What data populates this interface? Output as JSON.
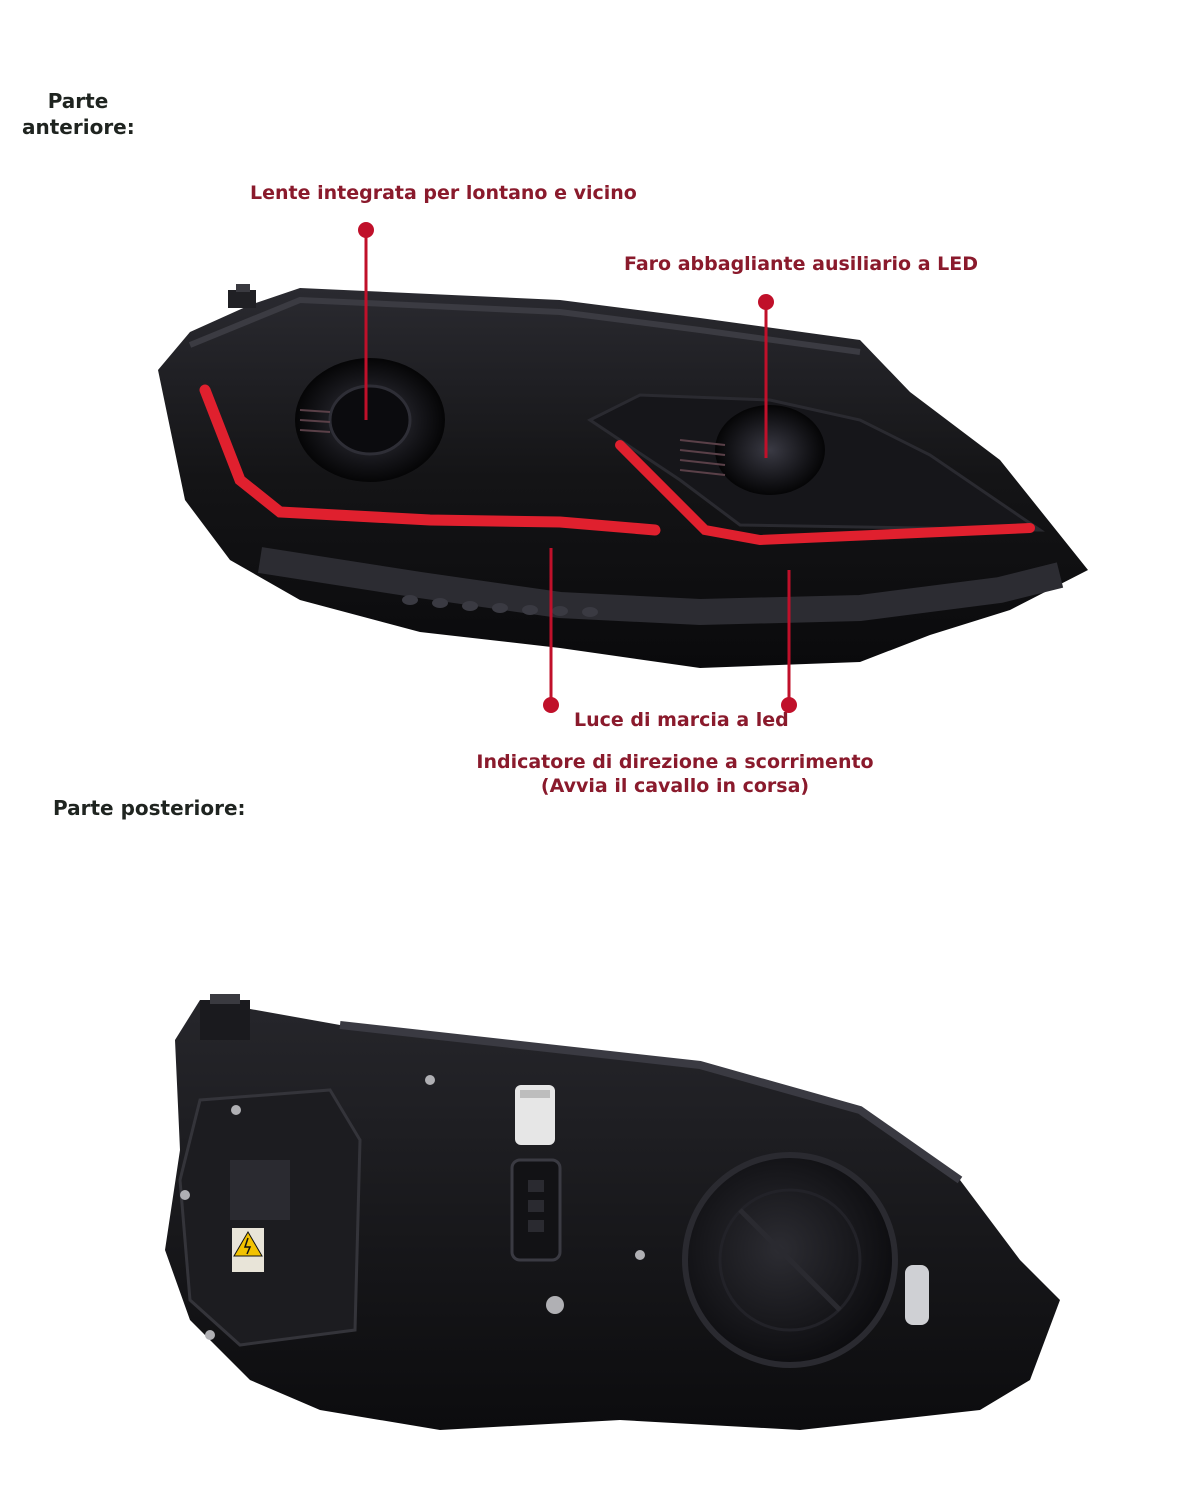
{
  "front": {
    "label": "Parte\nanteriore:",
    "callouts": {
      "lens": "Lente integrata per lontano e vicino",
      "high_beam": "Faro abbagliante ausiliario a LED",
      "drl": "Luce di marcia a led",
      "turn_line1": "Indicatore di direzione a scorrimento",
      "turn_line2": "(Avvia il cavallo in corsa)"
    }
  },
  "rear": {
    "label": "Parte posteriore:"
  },
  "colors": {
    "accent": "#c0102a",
    "label_text": "#8a1a2c",
    "housing": "#141416"
  }
}
